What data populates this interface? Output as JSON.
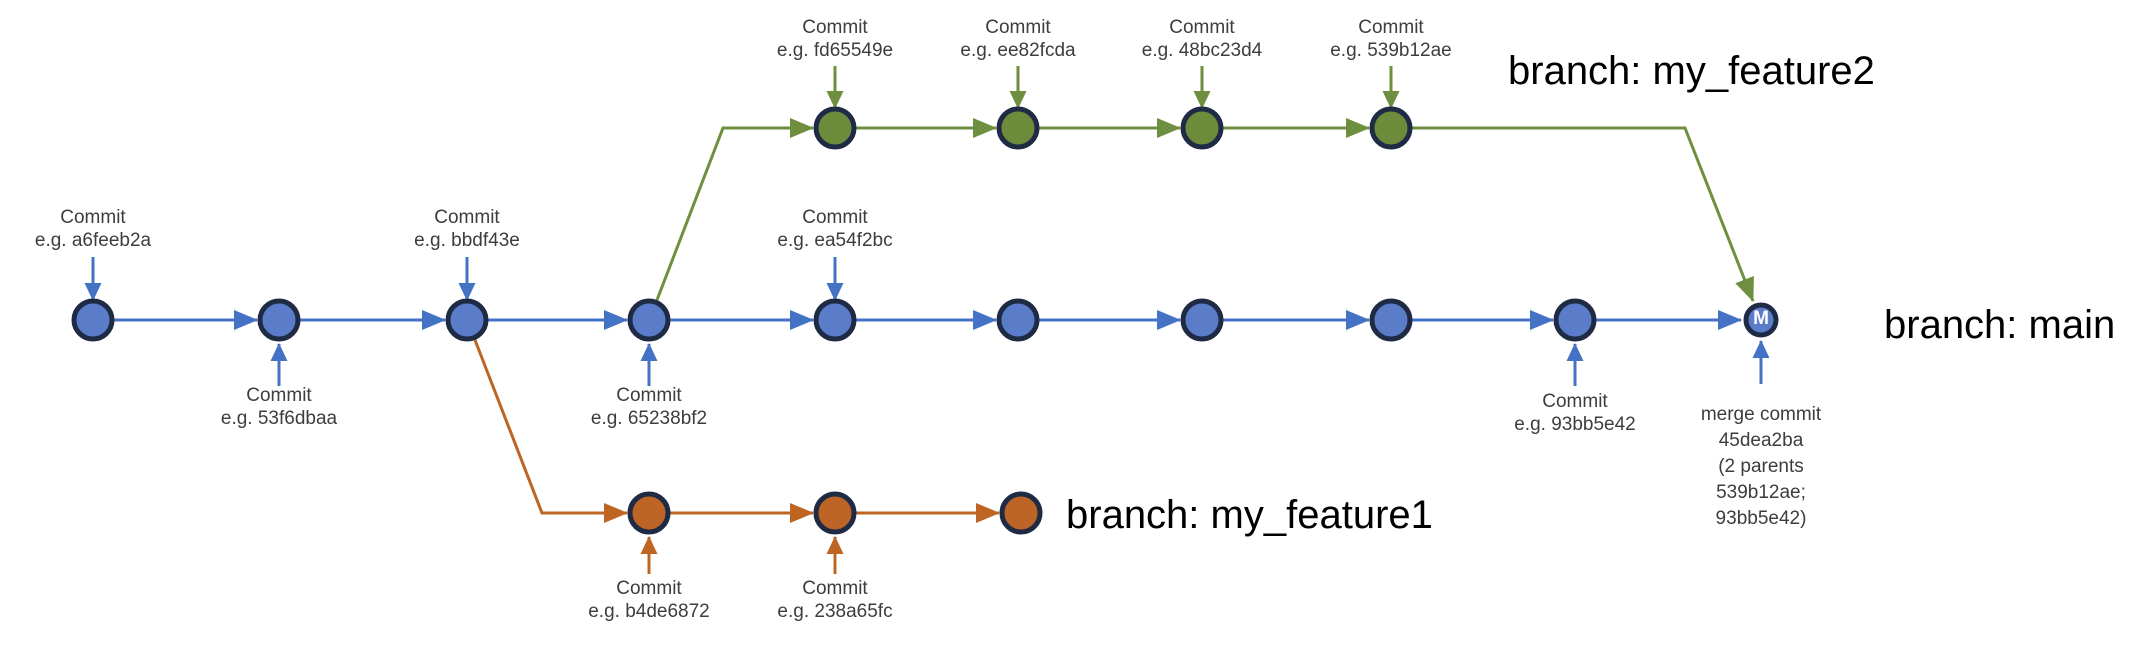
{
  "branch_labels": {
    "feature2": "branch: my_feature2",
    "main": "branch: main",
    "feature1": "branch: my_feature1"
  },
  "merge_node_label": "M",
  "commit_labels": {
    "main": [
      {
        "title": "Commit",
        "hash": "e.g. a6feeb2a"
      },
      {
        "title": "Commit",
        "hash": "e.g. 53f6dbaa"
      },
      {
        "title": "Commit",
        "hash": "e.g. bbdf43e"
      },
      {
        "title": "Commit",
        "hash": "e.g. 65238bf2"
      },
      {
        "title": "Commit",
        "hash": "e.g. ea54f2bc"
      },
      {
        "title": "Commit",
        "hash": "e.g. 93bb5e42"
      }
    ],
    "feature2": [
      {
        "title": "Commit",
        "hash": "e.g. fd65549e"
      },
      {
        "title": "Commit",
        "hash": "e.g. ee82fcda"
      },
      {
        "title": "Commit",
        "hash": "e.g. 48bc23d4"
      },
      {
        "title": "Commit",
        "hash": "e.g. 539b12ae"
      }
    ],
    "feature1": [
      {
        "title": "Commit",
        "hash": "e.g. b4de6872"
      },
      {
        "title": "Commit",
        "hash": "e.g. 238a65fc"
      }
    ]
  },
  "merge_label": {
    "line1": "merge commit",
    "line2": "45dea2ba",
    "line3": "(2 parents",
    "line4": "539b12ae;",
    "line5": "93bb5e42)"
  },
  "colors": {
    "main_branch": "#4472C4",
    "main_node_fill": "#5B7CC9",
    "feature2_branch": "#6E8F3F",
    "feature2_node_fill": "#6C8C3C",
    "feature1_branch": "#BE6524",
    "feature1_node_fill": "#BC6526",
    "node_border": "#1F2A44",
    "commit_label_text": "#3D3D3D",
    "branch_label_text": "#000000"
  }
}
